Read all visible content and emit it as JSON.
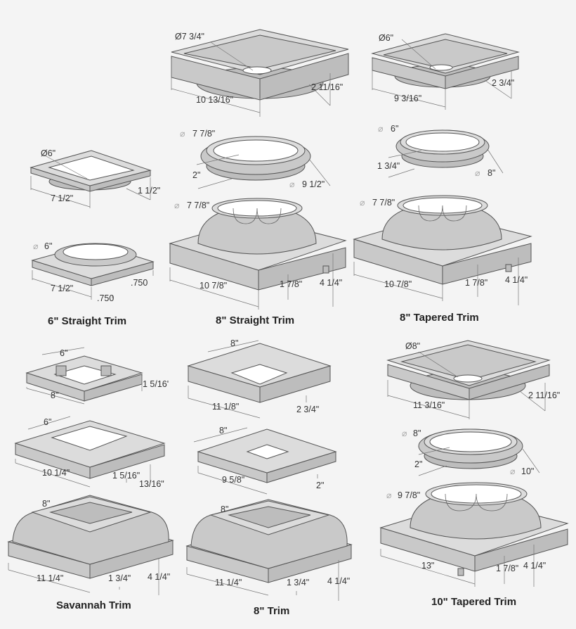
{
  "diagram": {
    "background": "#f4f4f4",
    "shape_fill": "#c9c9c9",
    "line_color": "#555555"
  },
  "products": [
    {
      "title": "6\" Straight Trim",
      "parts": [
        {
          "part": "top collar",
          "dims": {
            "inner_diameter": "Ø6\"",
            "width": "7 1/2\"",
            "height": "1 1/2\""
          }
        },
        {
          "part": "base plate",
          "dims": {
            "diameter": "6\"",
            "width": "7 1/2\"",
            "plate_thickness": ".750",
            "thickness": ".750"
          }
        }
      ]
    },
    {
      "title": "8\" Straight Trim",
      "parts": [
        {
          "part": "top collar",
          "dims": {
            "inner_diameter": "Ø7 3/4\"",
            "width": "10 13/16\"",
            "height": "2 11/16\""
          }
        },
        {
          "part": "ring",
          "dims": {
            "inner_diameter": "7 7/8\"",
            "height": "2\"",
            "outer_diameter": "9 1/2\""
          }
        },
        {
          "part": "base",
          "dims": {
            "diameter": "7 7/8\"",
            "width": "10 7/8\"",
            "base_height": "1 7/8\"",
            "total_height": "4 1/4\""
          }
        }
      ]
    },
    {
      "title": "8\" Tapered Trim",
      "parts": [
        {
          "part": "top collar",
          "dims": {
            "inner_diameter": "Ø6\"",
            "width": "9 3/16\"",
            "height": "2 3/4\""
          }
        },
        {
          "part": "ring",
          "dims": {
            "inner_diameter": "6\"",
            "height": "1 3/4\"",
            "outer_diameter": "8\""
          }
        },
        {
          "part": "base",
          "dims": {
            "diameter": "7 7/8\"",
            "width": "10 7/8\"",
            "base_height": "1 7/8\"",
            "total_height": "4 1/4\""
          }
        }
      ]
    },
    {
      "title": "Savannah Trim",
      "parts": [
        {
          "part": "top collar",
          "dims": {
            "inner": "6\"",
            "outer": "8\"",
            "height": "1 5/16'"
          }
        },
        {
          "part": "cap",
          "dims": {
            "inner": "6\"",
            "width": "10 1/4\"",
            "height": "1 5/16\"",
            "lip": "13/16\""
          }
        },
        {
          "part": "base",
          "dims": {
            "inner": "8\"",
            "width": "11 1/4\"",
            "base_height": "1 3/4\"",
            "total_height": "4 1/4\""
          }
        }
      ]
    },
    {
      "title": "8\" Trim",
      "parts": [
        {
          "part": "top collar",
          "dims": {
            "inner": "8\"",
            "width": "11 1/8\"",
            "height": "2 3/4\""
          }
        },
        {
          "part": "cap",
          "dims": {
            "inner": "8\"",
            "width": "9 5/8\"",
            "height": "2\""
          }
        },
        {
          "part": "base",
          "dims": {
            "inner": "8\"",
            "width": "11 1/4\"",
            "base_height": "1 3/4\"",
            "total_height": "4 1/4\""
          }
        }
      ]
    },
    {
      "title": "10\" Tapered Trim",
      "parts": [
        {
          "part": "top collar",
          "dims": {
            "inner_diameter": "Ø8\"",
            "width": "11 3/16\"",
            "height": "2 11/16\""
          }
        },
        {
          "part": "ring",
          "dims": {
            "inner_diameter": "8\"",
            "height": "2\"",
            "outer_diameter": "10\""
          }
        },
        {
          "part": "base",
          "dims": {
            "diameter": "9 7/8\"",
            "width": "13\"",
            "base_height": "1 7/8\"",
            "total_height": "4 1/4\""
          }
        }
      ]
    }
  ],
  "labels": {
    "l01": "Ø7 3/4\"",
    "l02": "10 13/16\"",
    "l03": "2 11/16\"",
    "l04": "Ø6\"",
    "l05": "9 3/16\"",
    "l06": "2 3/4\"",
    "l07": "Ø6\"",
    "l08": "7 1/2\"",
    "l09": "1 1/2\"",
    "l10": "7 7/8\"",
    "l11": "2\"",
    "l12": "9 1/2\"",
    "l13": "6\"",
    "l14": "1 3/4\"",
    "l15": "8\"",
    "l16": "6\"",
    "l17": "7 1/2\"",
    "l18": ".750",
    "l19": ".750",
    "l20": "7 7/8\"",
    "l21": "10 7/8\"",
    "l22": "1 7/8\"",
    "l23": "4 1/4\"",
    "l24": "7 7/8\"",
    "l25": "10 7/8\"",
    "l26": "1 7/8\"",
    "l27": "4 1/4\"",
    "l28": "6\"",
    "l29": "8\"",
    "l30": "1 5/16'",
    "l31": "8\"",
    "l32": "11 1/8\"",
    "l33": "2 3/4\"",
    "l34": "Ø8\"",
    "l35": "11 3/16\"",
    "l36": "2 11/16\"",
    "l37": "6\"",
    "l38": "10 1/4\"",
    "l39": "1 5/16\"",
    "l40": "13/16\"",
    "l41": "8\"",
    "l42": "9 5/8\"",
    "l43": "2\"",
    "l44": "8\"",
    "l45": "2\"",
    "l46": "10\"",
    "l47": "8\"",
    "l48": "11 1/4\"",
    "l49": "1 3/4\"",
    "l50": "4 1/4\"",
    "l51": "8\"",
    "l52": "11 1/4\"",
    "l53": "1 3/4\"",
    "l54": "4 1/4\"",
    "l55": "9 7/8\"",
    "l56": "13\"",
    "l57": "1 7/8\"",
    "l58": "4 1/4\"",
    "phi": "⌀"
  },
  "titles": {
    "t1": "6\" Straight Trim",
    "t2": "8\" Straight Trim",
    "t3": "8\" Tapered Trim",
    "t4": "Savannah Trim",
    "t5": "8\" Trim",
    "t6": "10\" Tapered Trim"
  }
}
